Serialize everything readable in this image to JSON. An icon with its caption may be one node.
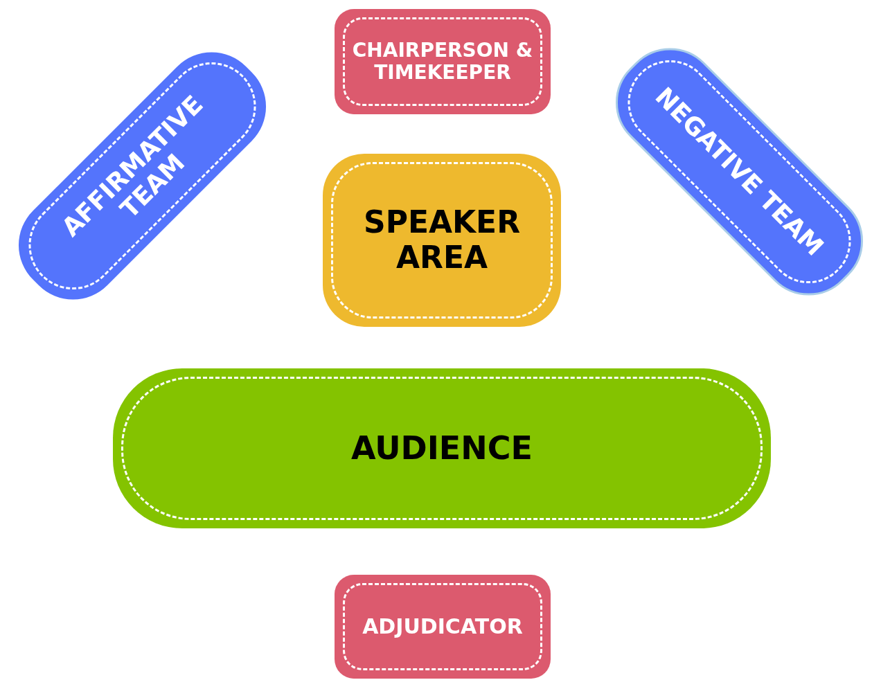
{
  "diagram": {
    "nodes": [
      {
        "text": [
          "CHAIRPERSON & TIMEKEEPER"
        ]
      },
      {
        "text": [
          "AFFIRMATIVE TEAM"
        ]
      },
      {
        "text": [
          "SPEAKER AREA"
        ]
      },
      {
        "text": [
          "NEGATIVE TEAM"
        ]
      },
      {
        "text": [
          "AUDIENCE"
        ]
      },
      {
        "text": [
          "ADJUDICATOR"
        ]
      }
    ],
    "edges": []
  }
}
